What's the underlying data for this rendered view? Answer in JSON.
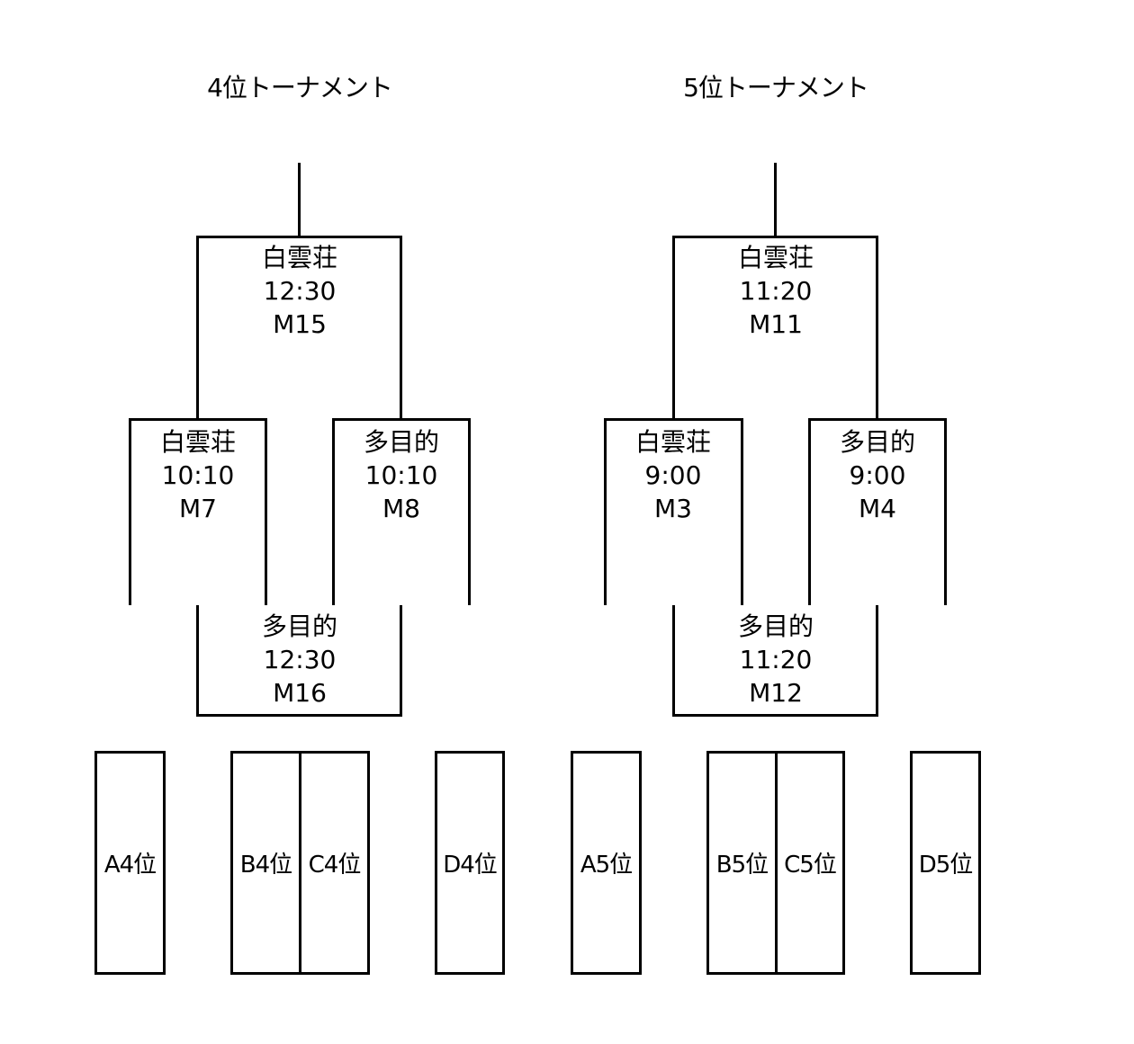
{
  "brackets": [
    {
      "title": "4位トーナメント",
      "final": {
        "venue": "白雲荘",
        "time": "12:30",
        "match": "M15"
      },
      "semi_left": {
        "venue": "白雲荘",
        "time": "10:10",
        "match": "M7"
      },
      "semi_right": {
        "venue": "多目的",
        "time": "10:10",
        "match": "M8"
      },
      "consolation": {
        "venue": "多目的",
        "time": "12:30",
        "match": "M16"
      },
      "seeds": [
        "A4位",
        "B4位",
        "C4位",
        "D4位"
      ]
    },
    {
      "title": "5位トーナメント",
      "final": {
        "venue": "白雲荘",
        "time": "11:20",
        "match": "M11"
      },
      "semi_left": {
        "venue": "白雲荘",
        "time": "9:00",
        "match": "M3"
      },
      "semi_right": {
        "venue": "多目的",
        "time": "9:00",
        "match": "M4"
      },
      "consolation": {
        "venue": "多目的",
        "time": "11:20",
        "match": "M12"
      },
      "seeds": [
        "A5位",
        "B5位",
        "C5位",
        "D5位"
      ]
    }
  ]
}
